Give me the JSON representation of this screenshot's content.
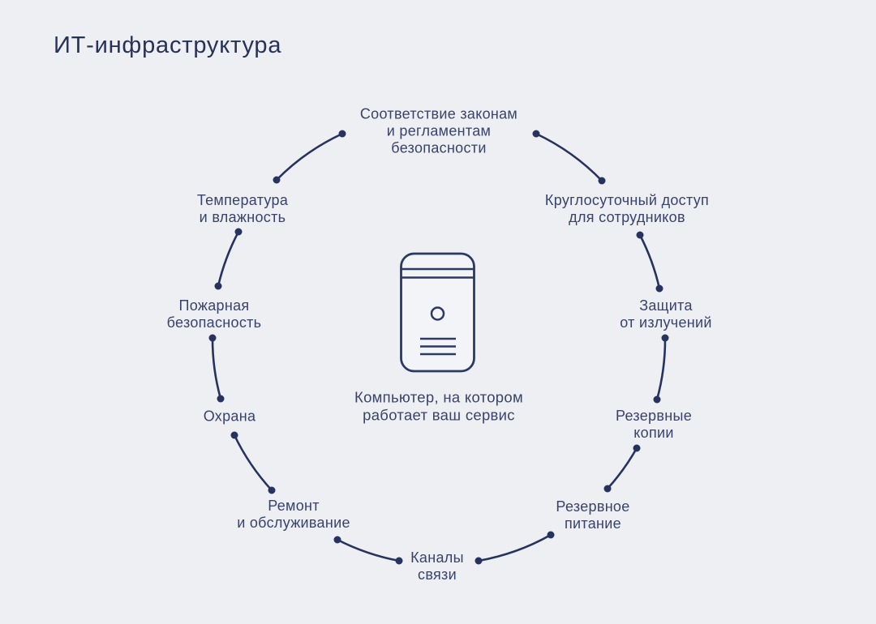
{
  "title": "ИТ-инфраструктура",
  "diagram": {
    "center_caption": "Компьютер, на котором\nработает ваш сервис",
    "center_icon": "server-tower-icon",
    "nodes": [
      {
        "id": "compliance",
        "label": "Соответствие законам\nи регламентам\nбезопасности"
      },
      {
        "id": "round-the-clock-access",
        "label": "Круглосуточный доступ\nдля сотрудников"
      },
      {
        "id": "radiation-protection",
        "label": "Защита\nот излучений"
      },
      {
        "id": "backup-copies",
        "label": "Резервные\nкопии"
      },
      {
        "id": "backup-power",
        "label": "Резервное\nпитание"
      },
      {
        "id": "communication-channels",
        "label": "Каналы\nсвязи"
      },
      {
        "id": "repair-maintenance",
        "label": "Ремонт\nи обслуживание"
      },
      {
        "id": "security-guard",
        "label": "Охрана"
      },
      {
        "id": "fire-safety",
        "label": "Пожарная\nбезопасность"
      },
      {
        "id": "temperature-humidity",
        "label": "Температура\nи влажность"
      }
    ],
    "colors": {
      "background": "#edeff3",
      "line_stroke": "#25335e",
      "text": "#39436b",
      "title_text": "#273257"
    }
  }
}
